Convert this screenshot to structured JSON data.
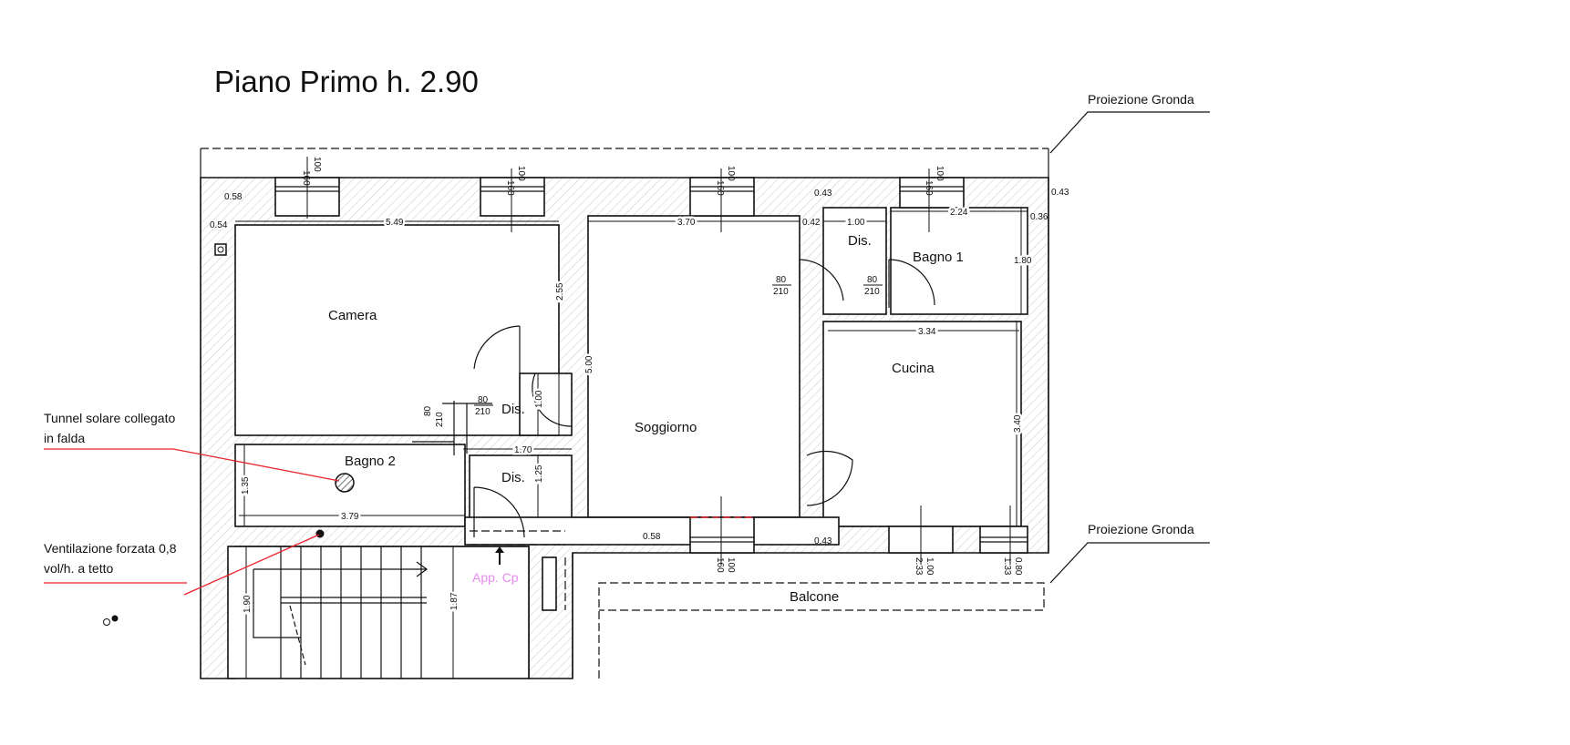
{
  "title": "Piano Primo h. 2.90",
  "rooms": {
    "camera": "Camera",
    "soggiorno": "Soggiorno",
    "cucina": "Cucina",
    "bagno1": "Bagno 1",
    "bagno2": "Bagno 2",
    "dis": "Dis.",
    "balcone": "Balcone"
  },
  "app_cp": "App. Cp",
  "annotations": {
    "gronda_top": "Proiezione Gronda",
    "gronda_bottom": "Proiezione Gronda",
    "tunnel_line1": "Tunnel solare collegato",
    "tunnel_line2": "in falda",
    "vent_line1": "Ventilazione forzata 0,8",
    "vent_line2": "vol/h. a tetto"
  },
  "dimensions": {
    "d058": "0.58",
    "d054": "0.54",
    "d549": "5.49",
    "d370": "3.70",
    "d042": "0.42",
    "d100": "1.00",
    "d224": "2.24",
    "d036": "0.36",
    "d043": "0.43",
    "d180": "1.80",
    "d255": "2.55",
    "d500": "5.00",
    "d334": "3.34",
    "d340": "3.40",
    "d170": "1.70",
    "d135": "1.35",
    "d379": "3.79",
    "d125": "1.25",
    "d190": "1.90",
    "d187": "1.87",
    "d233": "2.33",
    "d133": "1.33",
    "d080": "0.80",
    "win_h": "160",
    "win_w": "100",
    "door_w": "80",
    "door_h": "210"
  },
  "colors": {
    "annotation_line": "#e8222a",
    "app_cp": "#e58cf0"
  }
}
